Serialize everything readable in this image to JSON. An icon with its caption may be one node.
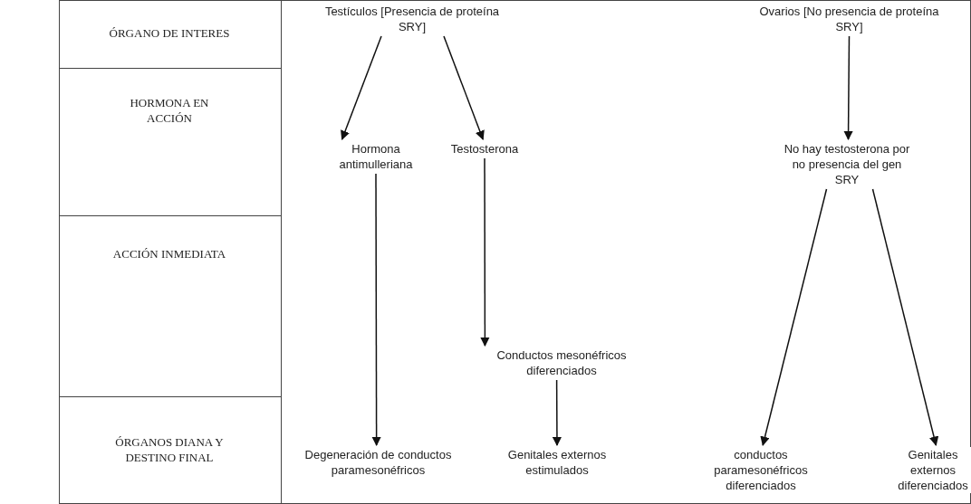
{
  "diagram": {
    "nodes": [
      {
        "text": [
          "Testículos [Presencia de proteína SRY]"
        ]
      },
      {
        "text": [
          "Ovarios [No presencia de proteína SRY]"
        ]
      },
      {
        "text": [
          "Hormona antimulleriana"
        ]
      },
      {
        "text": [
          "Testosterona"
        ]
      },
      {
        "text": [
          "No hay testosterona por no presencia del gen SRY"
        ]
      },
      {
        "text": [
          "Conductos mesonéfricos diferenciados"
        ]
      },
      {
        "text": [
          "Degeneración de conductos paramesonéfricos"
        ]
      },
      {
        "text": [
          "Genitales externos estimulados"
        ]
      },
      {
        "text": [
          "conductos paramesonéfricos diferenciados"
        ]
      },
      {
        "text": [
          "Genitales externos diferenciados"
        ]
      }
    ],
    "edges": [
      {
        "from": 0,
        "to": 2,
        "arrow": "to"
      },
      {
        "from": 0,
        "to": 3,
        "arrow": "to"
      },
      {
        "from": 1,
        "to": 4,
        "arrow": "to"
      },
      {
        "from": 2,
        "to": 6,
        "arrow": "to"
      },
      {
        "from": 3,
        "to": 5,
        "arrow": "to"
      },
      {
        "from": 5,
        "to": 7,
        "arrow": "to"
      },
      {
        "from": 4,
        "to": 8,
        "arrow": "to"
      },
      {
        "from": 4,
        "to": 9,
        "arrow": "to"
      }
    ],
    "labels": [
      "ÓRGANO DE INTERES",
      "HORMONA EN ACCIÓN",
      "ACCIÓN INMEDIATA",
      "ÓRGANOS DIANA Y DESTINO FINAL"
    ]
  }
}
